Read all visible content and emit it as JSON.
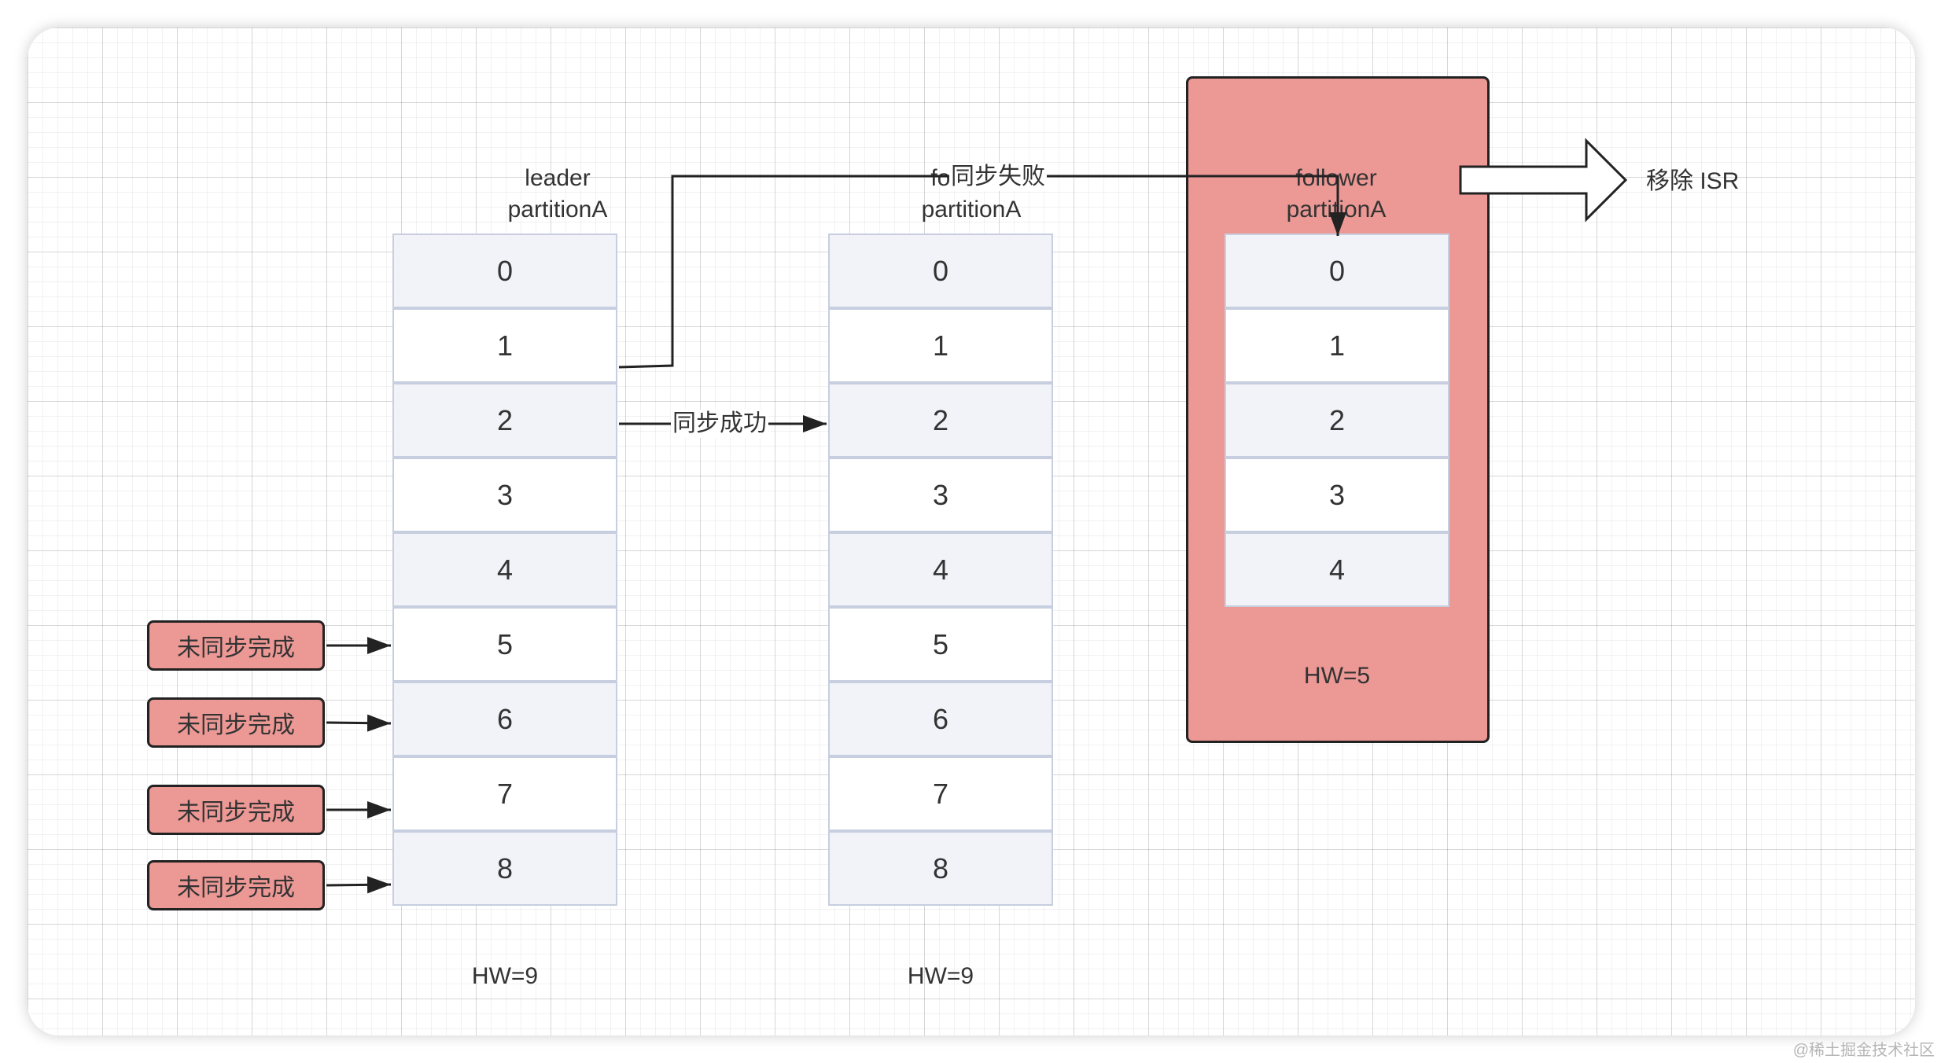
{
  "columns": [
    {
      "name_line1": "leader",
      "name_line2": "partitionA",
      "cells": [
        "0",
        "1",
        "2",
        "3",
        "4",
        "5",
        "6",
        "7",
        "8"
      ],
      "hw": "HW=9"
    },
    {
      "name_line1": "follower",
      "name_line2": "partitionA",
      "cells": [
        "0",
        "1",
        "2",
        "3",
        "4",
        "5",
        "6",
        "7",
        "8"
      ],
      "hw": "HW=9"
    },
    {
      "name_line1": "follower",
      "name_line2": "partitionA",
      "cells": [
        "0",
        "1",
        "2",
        "3",
        "4"
      ],
      "hw": "HW=5"
    }
  ],
  "edges": {
    "sync_fail": "同步失败",
    "sync_success": "同步成功",
    "remove_isr": "移除 ISR"
  },
  "pending_tags": [
    "未同步完成",
    "未同步完成",
    "未同步完成",
    "未同步完成"
  ],
  "colors": {
    "highlight_fill": "#ec9895",
    "cell_border": "#c7cedf",
    "cell_shade": "#f1f3f9"
  },
  "watermark": "@稀土掘金技术社区"
}
